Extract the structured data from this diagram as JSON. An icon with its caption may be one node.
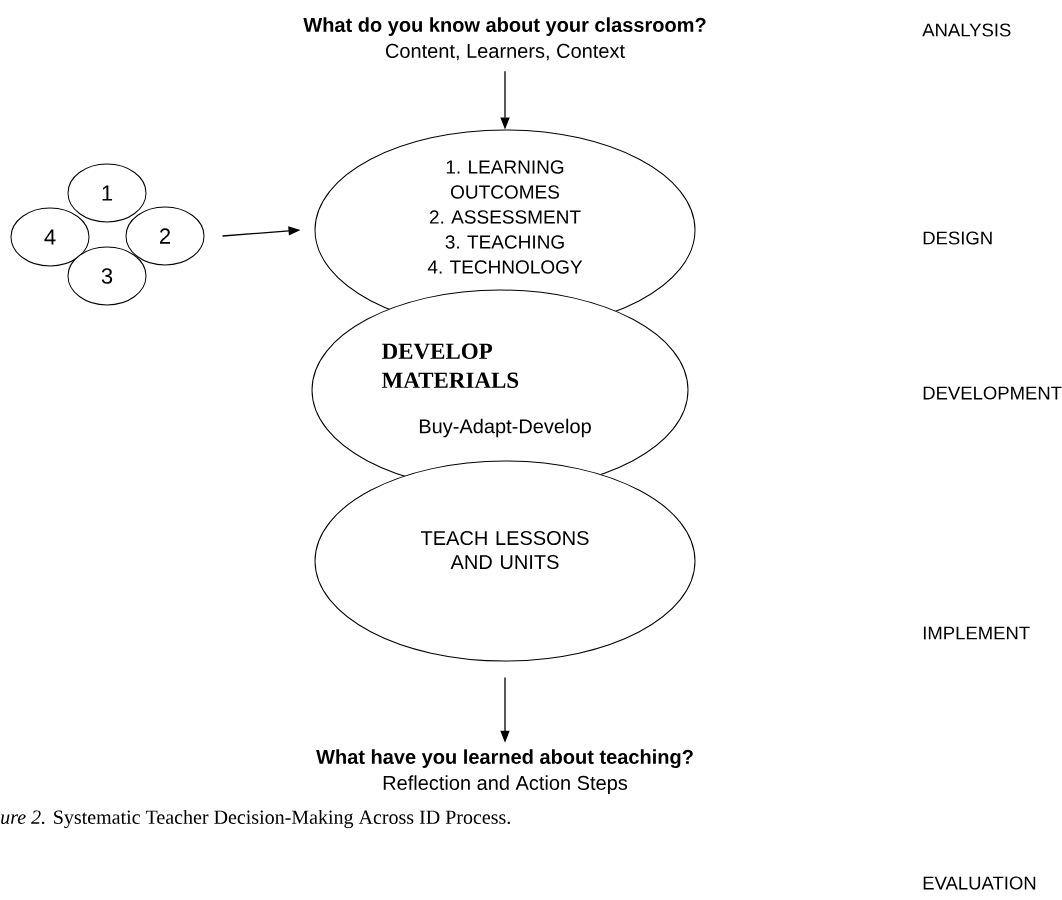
{
  "diagram": {
    "caption": "*ure 2.* Systematic Teacher Decision-Making Across ID Process.",
    "nodes": [
      {
        "text": [
          "What do you know about your classroom?",
          "Content, Learners, Context"
        ]
      },
      {
        "text": [
          "1"
        ]
      },
      {
        "text": [
          "4"
        ]
      },
      {
        "text": [
          "2"
        ]
      },
      {
        "text": [
          "3"
        ]
      },
      {
        "text": [
          "1. LEARNING OUTCOMES",
          "2. ASSESSMENT",
          "3. TEACHING",
          "4. TECHNOLOGY"
        ]
      },
      {
        "text": [
          "DEVELOP MATERIALS",
          "Buy-Adapt-Develop"
        ]
      },
      {
        "text": [
          "TEACH LESSONS AND UNITS"
        ]
      },
      {
        "text": [
          "What have you learned about teaching?",
          "Reflection and Action Steps"
        ]
      }
    ],
    "edges": [
      {
        "from": 0,
        "to": 5,
        "arrow": "to"
      },
      {
        "from": 3,
        "to": 5,
        "arrow": "to"
      },
      {
        "from": 7,
        "to": 8,
        "arrow": "to"
      }
    ],
    "labels": [
      "ANALYSIS",
      "DESIGN",
      "DEVELOPMENT",
      "IMPLEMENT",
      "EVALUATION"
    ]
  }
}
